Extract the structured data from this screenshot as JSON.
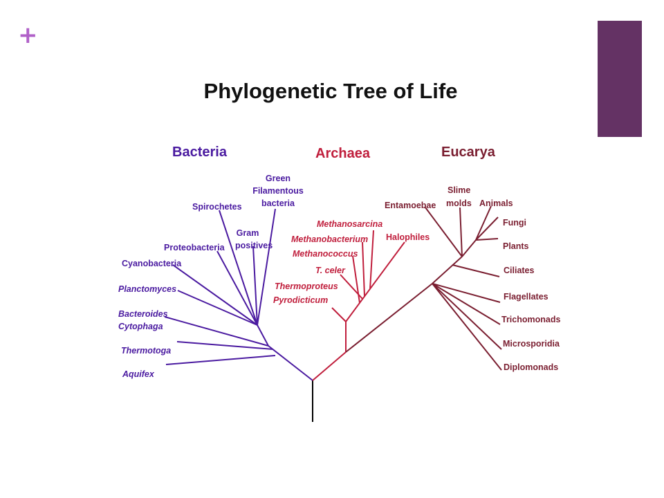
{
  "slide": {
    "plus_symbol": "+",
    "title": "Phylogenetic Tree of Life",
    "accent_color": "#643264",
    "plus_color": "#b060c8"
  },
  "colors": {
    "bacteria": "#4a1aa0",
    "archaea": "#c01e3c",
    "eucarya": "#7a1e30",
    "root": "#000000"
  },
  "domains": {
    "bacteria": "Bacteria",
    "archaea": "Archaea",
    "eucarya": "Eucarya"
  },
  "bacteria": {
    "green_filamentous_1": "Green",
    "green_filamentous_2": "Filamentous",
    "green_filamentous_3": "bacteria",
    "spirochetes": "Spirochetes",
    "gram_positives_1": "Gram",
    "gram_positives_2": "positives",
    "proteobacteria": "Proteobacteria",
    "cyanobacteria": "Cyanobacteria",
    "planctomyces": "Planctomyces",
    "bacteroides_1": "Bacteroides",
    "bacteroides_2": "Cytophaga",
    "thermotoga": "Thermotoga",
    "aquifex": "Aquifex"
  },
  "archaea": {
    "methanosarcina": "Methanosarcina",
    "methanobacterium": "Methanobacterium",
    "methanococcus": "Methanococcus",
    "t_celer": "T. celer",
    "thermoproteus": "Thermoproteus",
    "pyrodicticum": "Pyrodicticum",
    "halophiles": "Halophiles"
  },
  "eucarya": {
    "entamoebae": "Entamoebae",
    "slime_molds_1": "Slime",
    "slime_molds_2": "molds",
    "animals": "Animals",
    "fungi": "Fungi",
    "plants": "Plants",
    "ciliates": "Ciliates",
    "flagellates": "Flagellates",
    "trichomonads": "Trichomonads",
    "microsporidia": "Microsporidia",
    "diplomonads": "Diplomonads"
  }
}
